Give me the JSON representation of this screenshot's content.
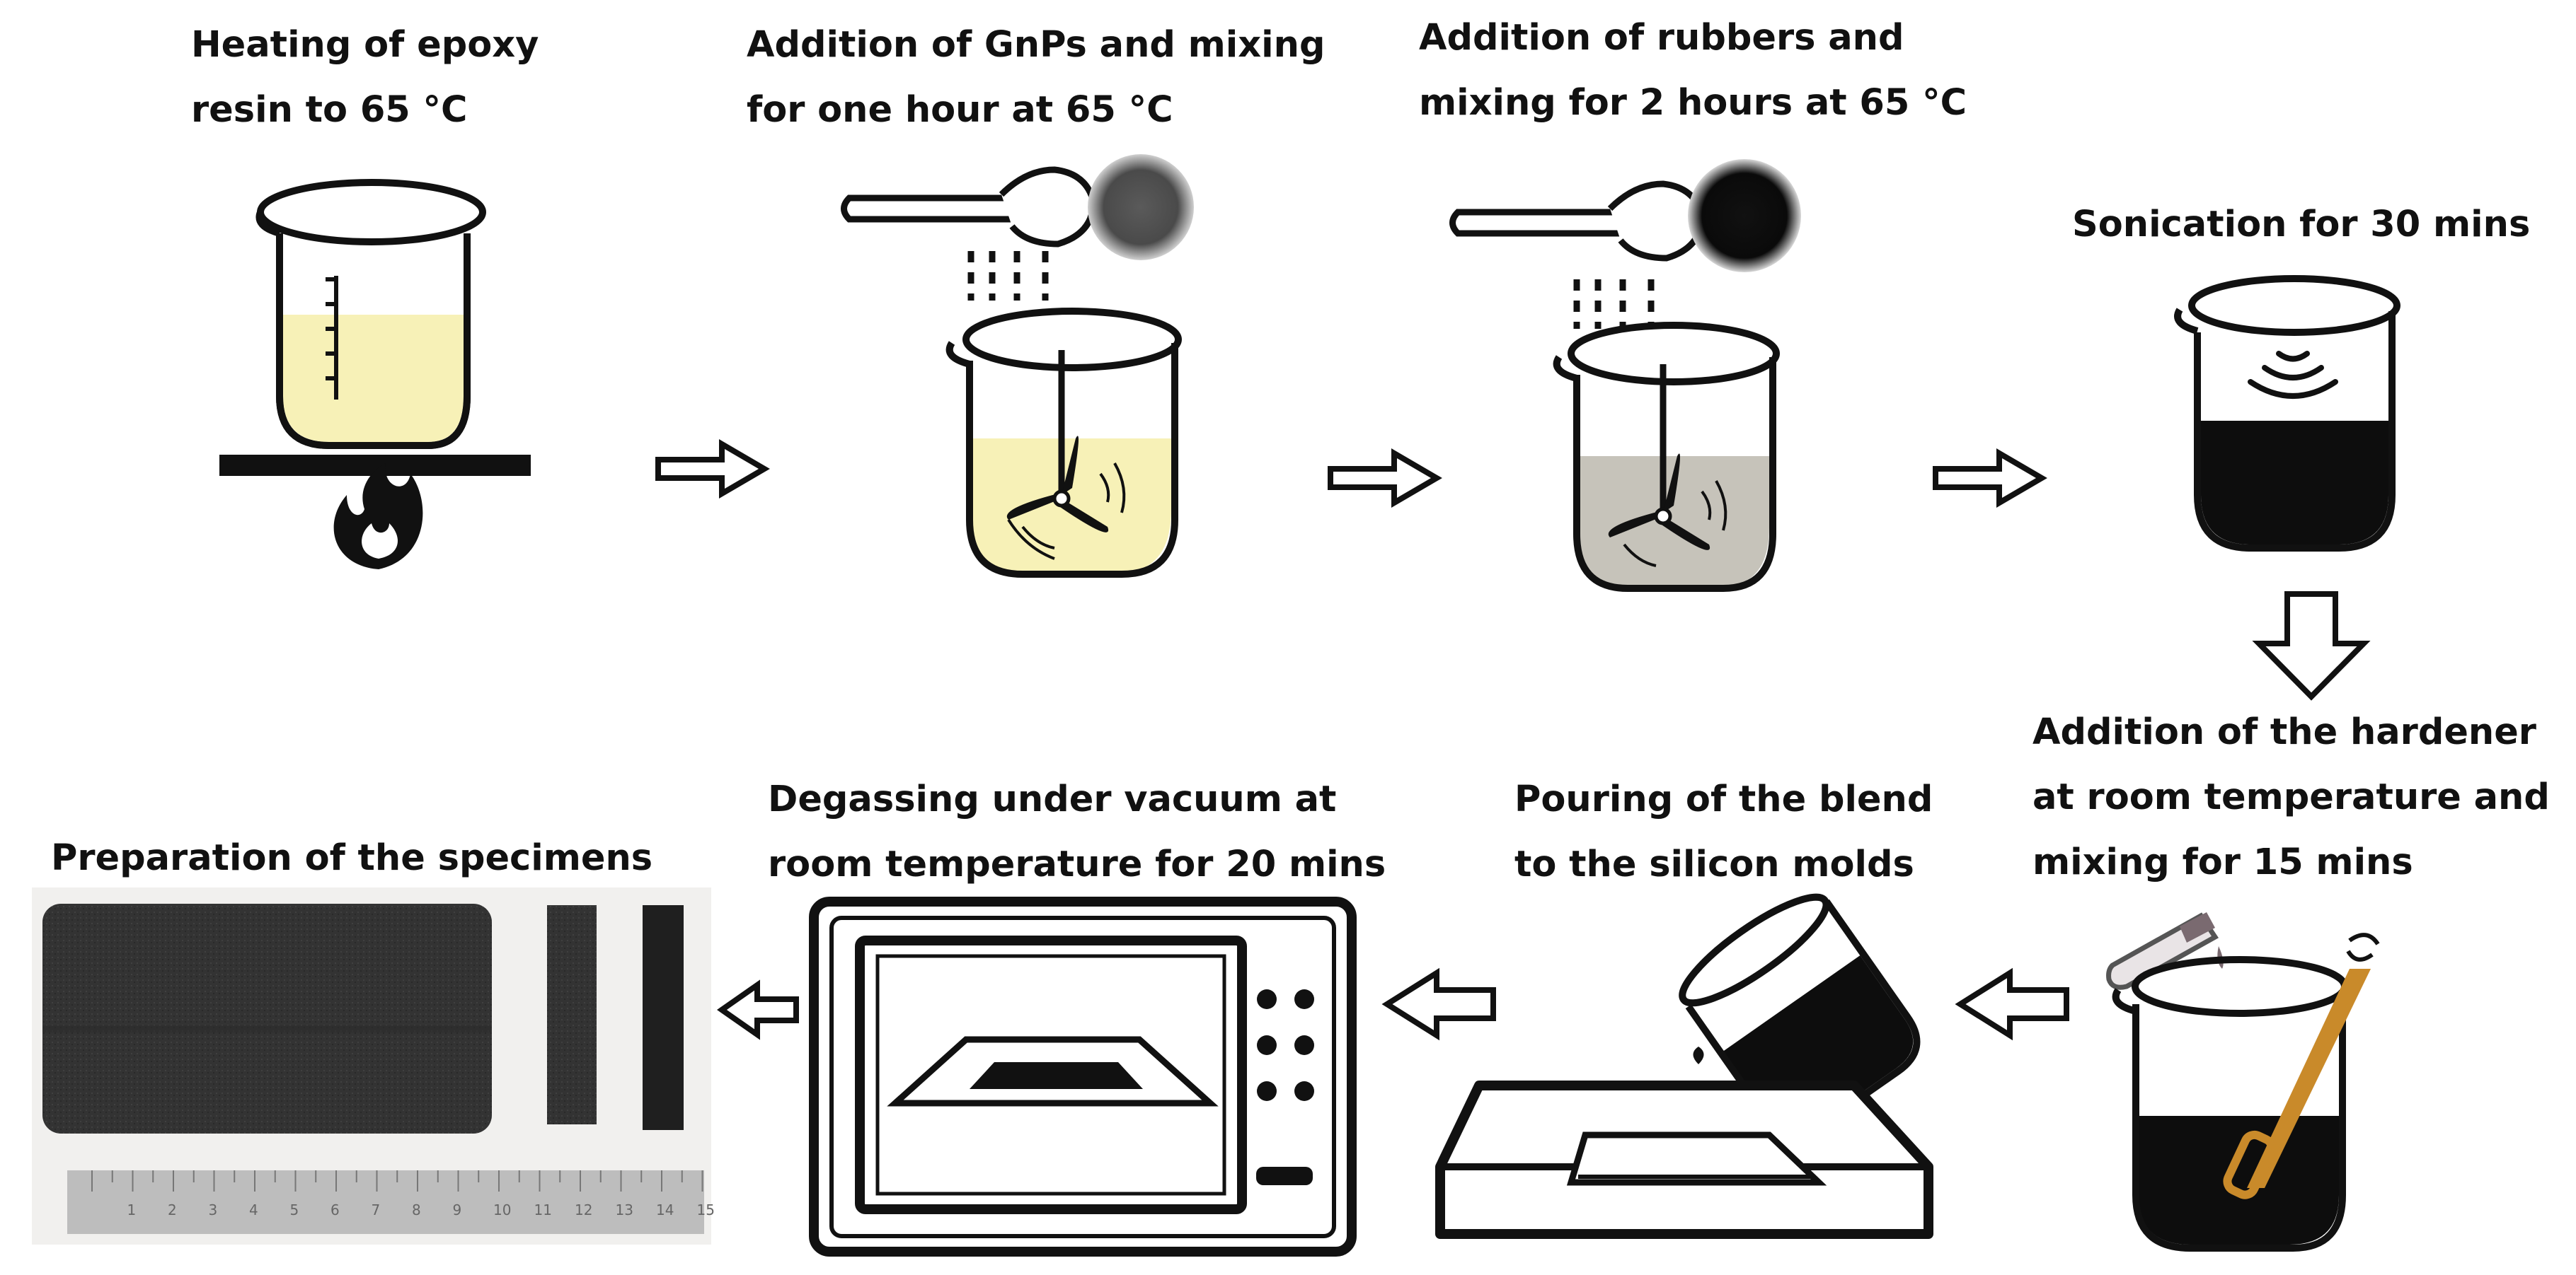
{
  "steps": [
    {
      "id": "heating",
      "lines": [
        "Heating of epoxy",
        "resin to 65 °C"
      ]
    },
    {
      "id": "gnp",
      "lines": [
        "Addition of GnPs and mixing",
        "for one hour at 65 °C"
      ]
    },
    {
      "id": "rubber",
      "lines": [
        "Addition of rubbers and",
        "mixing for 2 hours at 65 °C"
      ]
    },
    {
      "id": "sonication",
      "lines": [
        "Sonication for 30 mins"
      ]
    },
    {
      "id": "hardener",
      "lines": [
        "Addition of the hardener",
        "at room temperature and",
        "mixing for 15 mins"
      ]
    },
    {
      "id": "pouring",
      "lines": [
        "Pouring of the blend",
        "to the silicon molds"
      ]
    },
    {
      "id": "degassing",
      "lines": [
        "Degassing under vacuum at",
        "room temperature for 20 mins"
      ]
    },
    {
      "id": "specimens",
      "lines": [
        "Preparation of the specimens"
      ]
    }
  ],
  "ruler": {
    "numbers": [
      "1",
      "2",
      "3",
      "4",
      "5",
      "6",
      "7",
      "8",
      "9",
      "10",
      "11",
      "12",
      "13",
      "14",
      "15"
    ]
  },
  "colors": {
    "epoxy": "#f7f1b7",
    "gnp_mix": "#f7f1b7",
    "rubber_mix": "#c6c3ba",
    "dark": "#0d0d0d",
    "stirrer": "#c98a2a",
    "specimen": "#3a3a3a",
    "ruler": "#bdbdbd"
  },
  "icons": [
    "flame-icon",
    "beaker-icon",
    "stirrer-icon",
    "spoon-icon",
    "powder-dish-icon",
    "sound-wave-icon",
    "test-tube-icon",
    "vacuum-oven-icon",
    "silicon-mold-icon",
    "arrow-icon"
  ]
}
